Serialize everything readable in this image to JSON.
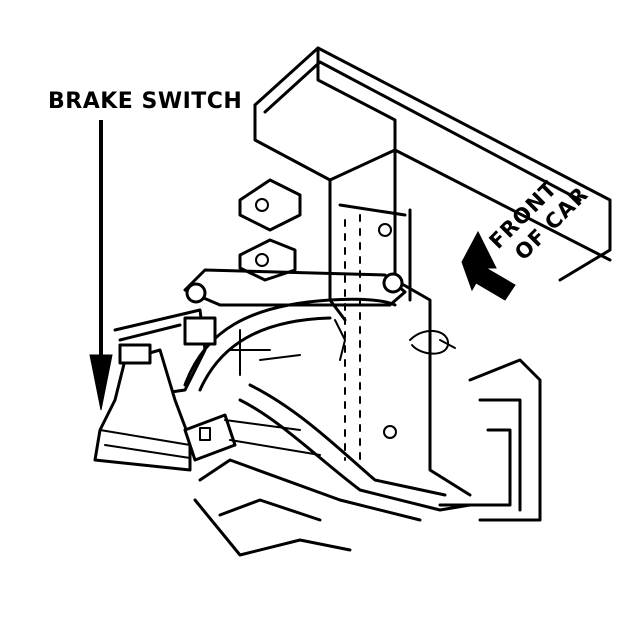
{
  "labels": {
    "brake_switch": "BRAKE SWITCH",
    "front_line1": "FRONT",
    "front_line2": "OF CAR"
  },
  "colors": {
    "ink": "#000000",
    "paper": "#ffffff"
  }
}
